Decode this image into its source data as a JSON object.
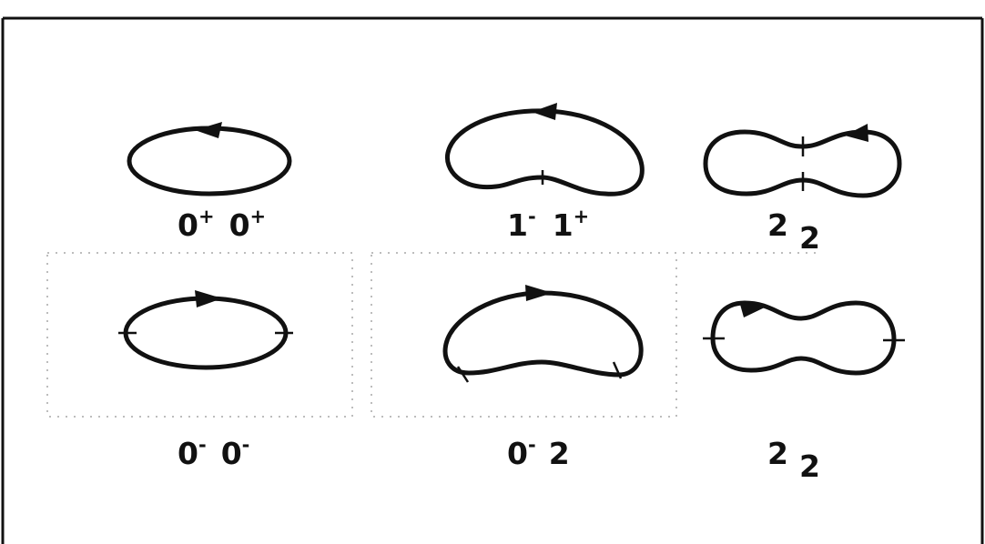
{
  "rows": [
    {
      "panels": [
        {
          "labels": [
            {
              "base": "0",
              "sup": "+"
            },
            {
              "base": "0",
              "sup": "+"
            }
          ]
        },
        {
          "labels": [
            {
              "base": "1",
              "sup": "-"
            },
            {
              "base": "1",
              "sup": "+"
            }
          ]
        },
        {
          "labels": [
            {
              "base": "2",
              "sup": ""
            },
            {
              "base": "2",
              "sup": ""
            }
          ]
        }
      ]
    },
    {
      "panels": [
        {
          "labels": [
            {
              "base": "0",
              "sup": "-"
            },
            {
              "base": "0",
              "sup": "-"
            }
          ]
        },
        {
          "labels": [
            {
              "base": "0",
              "sup": "-"
            },
            {
              "base": "2",
              "sup": ""
            }
          ]
        },
        {
          "labels": [
            {
              "base": "2",
              "sup": ""
            },
            {
              "base": "2",
              "sup": ""
            }
          ]
        }
      ]
    }
  ]
}
